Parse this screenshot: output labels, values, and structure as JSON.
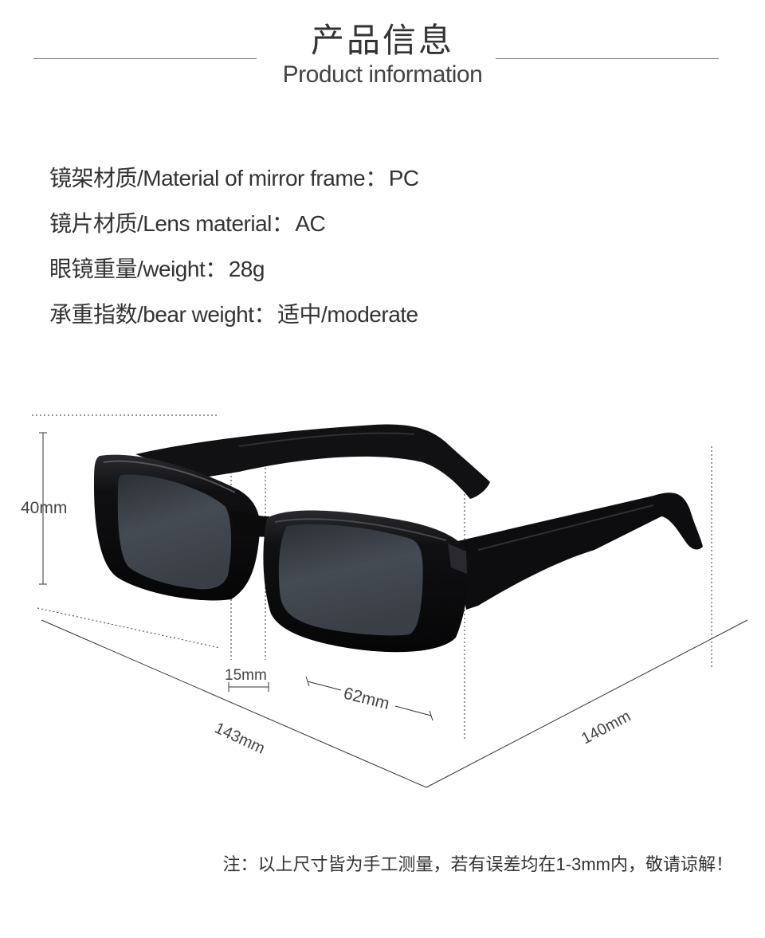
{
  "header": {
    "title_cn": "产品信息",
    "title_en": "Product information"
  },
  "specs": [
    {
      "label": "镜架材质/Material of mirror frame：",
      "value": "PC"
    },
    {
      "label": "镜片材质/Lens material：",
      "value": "AC"
    },
    {
      "label": "眼镜重量/weight：",
      "value": "28g"
    },
    {
      "label": "承重指数/bear weight：",
      "value": "适中/moderate"
    }
  ],
  "dimensions": {
    "height": "40mm",
    "bridge": "15mm",
    "lens_width": "62mm",
    "total_width": "143mm",
    "temple_length": "140mm"
  },
  "footnote": "注：以上尺寸皆为手工测量，若有误差均在1-3mm内，敬请谅解！",
  "colors": {
    "frame": "#0e0e10",
    "lens": "#3d434b",
    "rule": "#8c8c8c",
    "text": "#333333"
  }
}
